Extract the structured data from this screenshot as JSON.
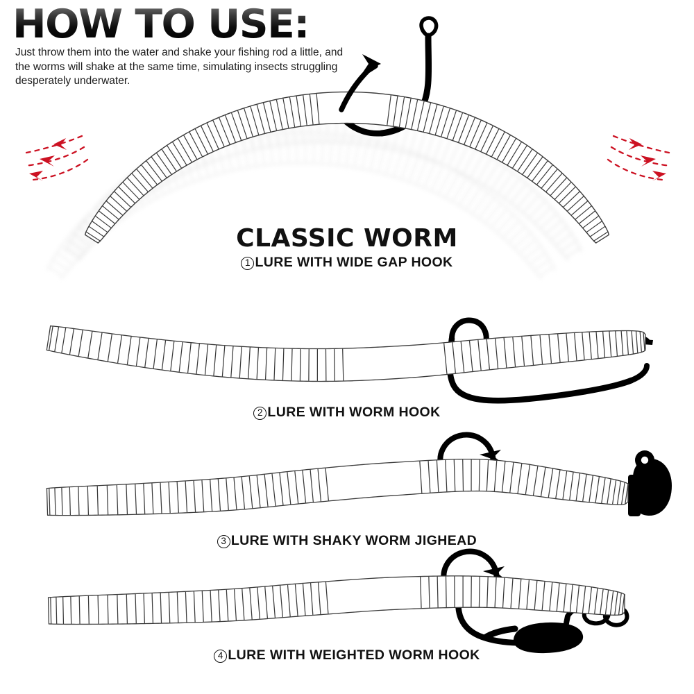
{
  "header": {
    "title": "HOW TO USE:",
    "body": "Just throw them into the water and shake your fishing rod a little, and the worms will shake at the same time, simulating insects struggling desperately underwater."
  },
  "product": {
    "name": "CLASSIC WORM"
  },
  "captions": [
    {
      "num": "1",
      "label": "LURE WITH WIDE GAP HOOK"
    },
    {
      "num": "2",
      "label": "LURE WITH WORM HOOK"
    },
    {
      "num": "3",
      "label": "LURE WITH SHAKY WORM JIGHEAD"
    },
    {
      "num": "4",
      "label": "LURE WITH WEIGHTED WORM HOOK"
    }
  ],
  "colors": {
    "background": "#ffffff",
    "text": "#111111",
    "hook": "#000000",
    "worm_outline": "#3a3a3a",
    "worm_fill": "#ffffff",
    "motion_arrow": "#cc1122",
    "ghost": "#e8e8e8",
    "title_gradient_top": "#6d6d6d",
    "title_gradient_bottom": "#000000"
  },
  "icons": {
    "left_motion": "motion-arrows-left-icon",
    "right_motion": "motion-arrows-right-icon",
    "wide_gap_hook": "wide-gap-hook-icon",
    "worm_hook": "worm-hook-icon",
    "jighead": "shaky-worm-jighead-icon",
    "weighted_hook": "weighted-worm-hook-icon",
    "pointer_arrow": "pointer-arrow-icon"
  },
  "lures": [
    {
      "id": "lure-1",
      "shape": "arched-curve",
      "rig": "wide gap hook",
      "caption_ref": 0
    },
    {
      "id": "lure-2",
      "shape": "slight-sag",
      "rig": "worm hook",
      "caption_ref": 1
    },
    {
      "id": "lure-3",
      "shape": "slight-rise",
      "rig": "shaky worm jighead",
      "caption_ref": 2
    },
    {
      "id": "lure-4",
      "shape": "slight-rise",
      "rig": "weighted worm hook with bullet sinker",
      "caption_ref": 3
    }
  ]
}
